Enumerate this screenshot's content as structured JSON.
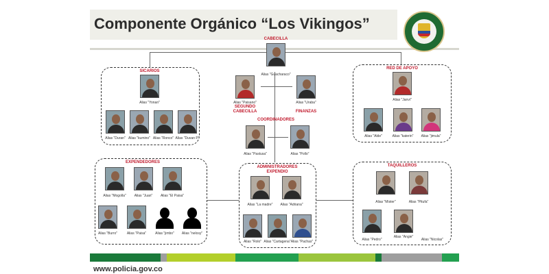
{
  "title": "Componente Orgánico “Los Vikingos”",
  "footer_url": "www.policia.gov.co",
  "colors": {
    "role": "#c0182b",
    "footer": [
      "#1a7a3a",
      "#9e9e9e",
      "#b3cf2b",
      "#23a050",
      "#9bc53d",
      "#1a7a3a",
      "#9e9e9e",
      "#23a050"
    ]
  },
  "cabecilla": {
    "role": "CABECILLA",
    "alias": "Alias \"Guacharaco\""
  },
  "segundo": {
    "alias": "Alias \"Paisano\"",
    "role": "SEGUNDO CABECILLA"
  },
  "finanzas": {
    "alias": "Alias \"Uraba\"",
    "role": "FINANZAS"
  },
  "coordinadores": {
    "title": "COORDINADORES",
    "members": [
      "Alias \"Pastusa\"",
      "Alias \"Pollo\""
    ]
  },
  "sicarios": {
    "title": "SICARIOS",
    "leader": "Alias \"Yonan\"",
    "members": [
      "Alias \"Duran\"",
      "Alias \"kumino\"",
      "Alias \"Ronco\"",
      "Alias \"Duvan P\""
    ]
  },
  "red_apoyo": {
    "title": "RED DE APOYO",
    "leader": "Alias \"Janvi\"",
    "members": [
      "Alias \"Alde\"",
      "Alias \"katerin\"",
      "Alias \"jimula\""
    ]
  },
  "expendedores": {
    "title": "EXPENDEDORES",
    "row1": [
      "Alias \"Mogolla\"",
      "Alias \"Juan\"",
      "Alias \"El Paisa\""
    ],
    "row2": [
      "Alias \"Burro\"",
      "Alias \"Paisa\"",
      "Alias \"jimbo\"",
      "Alias \"nelosy\""
    ]
  },
  "administradores": {
    "title": "ADMINISTRADORES EXPENDIO",
    "row1": [
      "Alias \"La madre\"",
      "Alias \"Adriana\""
    ],
    "row2": [
      "Alias \"Rolo\"",
      "Alias \"Cartagena\"",
      "Alias \"Pachas\""
    ]
  },
  "taquilleros": {
    "title": "TAQUILLEROS",
    "row1": [
      "Alias \"Mister\"",
      "Alias \"Pitufa\""
    ],
    "row2": [
      "Alias \"Pedro\"",
      "Alias \"Angie\"",
      "Alias \"Nicolas\""
    ]
  }
}
